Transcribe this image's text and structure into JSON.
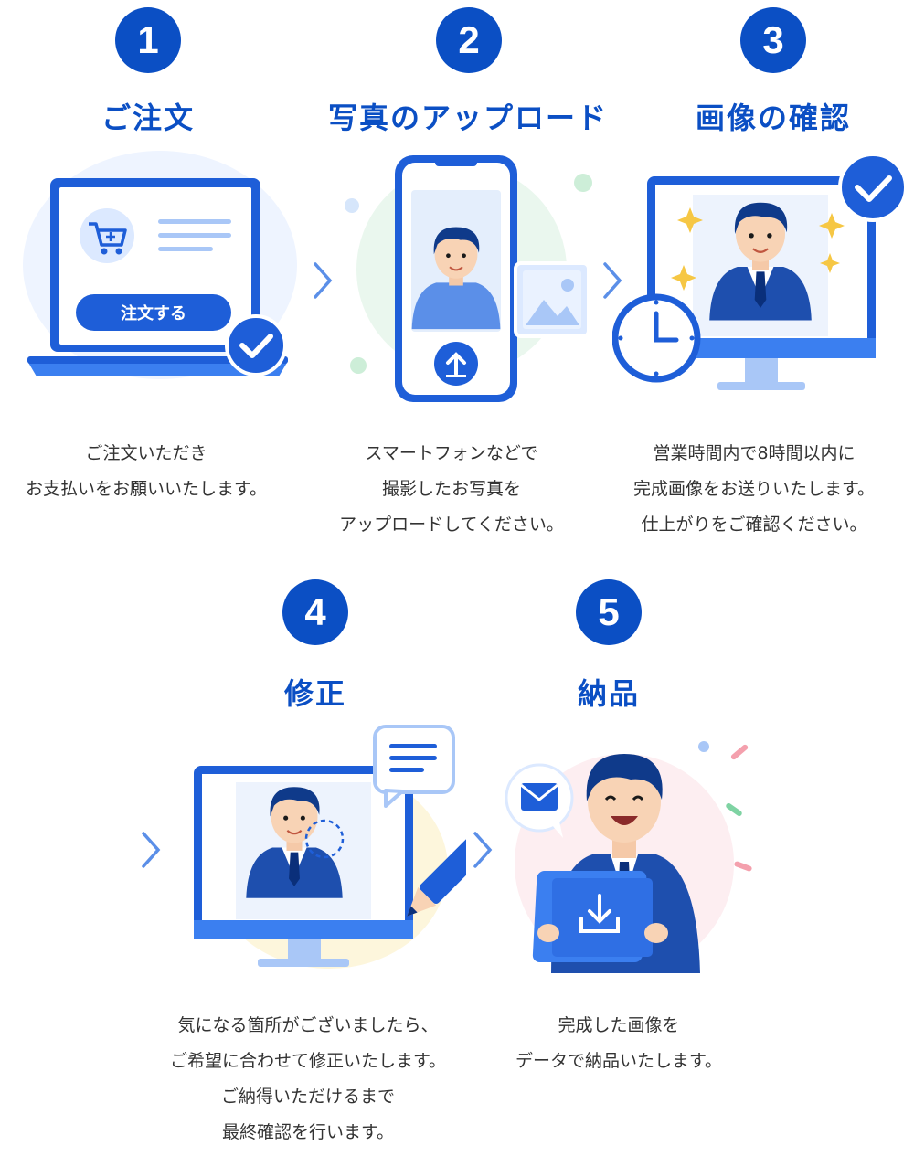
{
  "steps": [
    {
      "number": "1",
      "title": "ご注文",
      "button_label": "注文する",
      "description": [
        "ご注文いただき",
        "お支払いをお願いいたします。"
      ]
    },
    {
      "number": "2",
      "title": "写真のアップロード",
      "description": [
        "スマートフォンなどで",
        "撮影したお写真を",
        "アップロードしてください。"
      ]
    },
    {
      "number": "3",
      "title": "画像の確認",
      "description": [
        "営業時間内で8時間以内に",
        "完成画像をお送りいたします。",
        "仕上がりをご確認ください。"
      ]
    },
    {
      "number": "4",
      "title": "修正",
      "description": [
        "気になる箇所がございましたら、",
        "ご希望に合わせて修正いたします。",
        "ご納得いただけるまで",
        "最終確認を行います。"
      ]
    },
    {
      "number": "5",
      "title": "納品",
      "description": [
        "完成した画像を",
        "データで納品いたします。"
      ]
    }
  ],
  "colors": {
    "primary": "#0b4fc4",
    "accent": "#3b7ff0",
    "light": "#dce9ff"
  },
  "icons": [
    "cart-icon",
    "check-icon",
    "upload-icon",
    "image-icon",
    "clock-icon",
    "sparkle-icon",
    "chat-bubble-icon",
    "pencil-icon",
    "mail-icon",
    "download-icon",
    "chevron-right-icon"
  ]
}
